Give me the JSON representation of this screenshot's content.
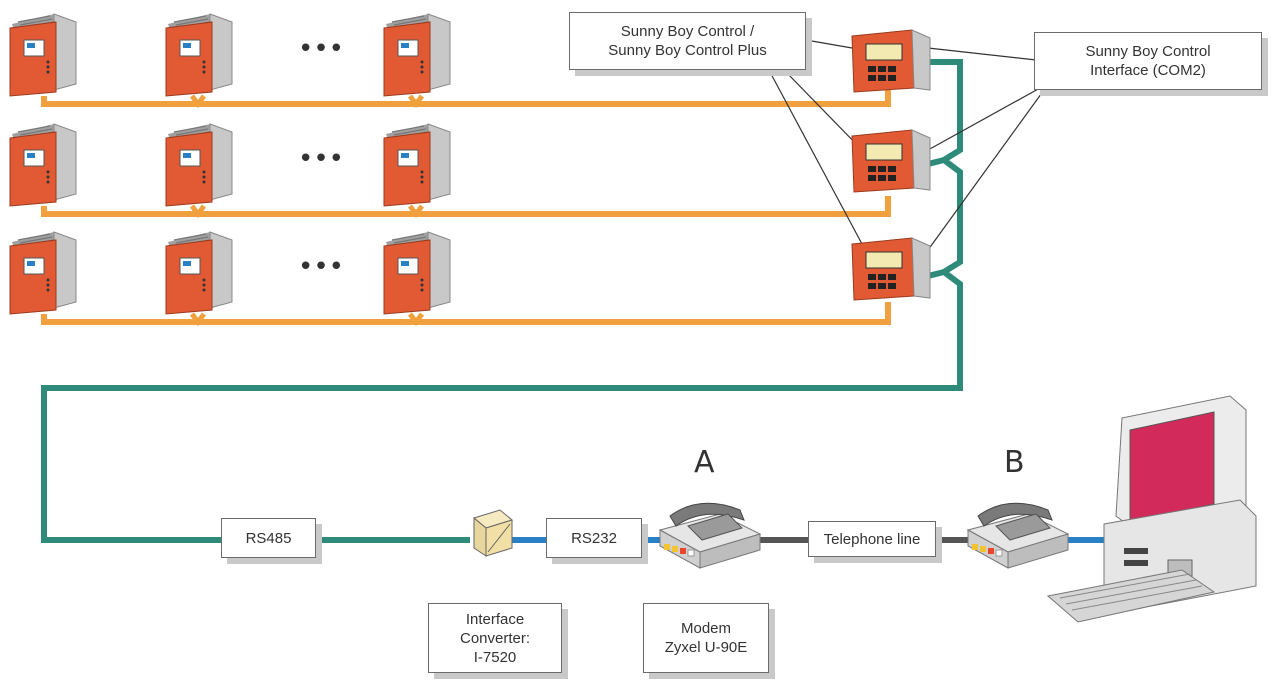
{
  "labels": {
    "sbc_title": [
      "Sunny Boy Control /",
      "Sunny Boy Control Plus"
    ],
    "sbc_interface": [
      "Sunny Boy Control",
      "Interface (COM2)"
    ],
    "rs485": "RS485",
    "rs232": "RS232",
    "telephone_line": "Telephone line",
    "converter": [
      "Interface",
      "Converter:",
      "I-7520"
    ],
    "modem": [
      "Modem",
      "Zyxel U-90E"
    ],
    "site_a": "A",
    "site_b": "B"
  },
  "ellipsis": "•••",
  "colors": {
    "inverter_front": "#e25a33",
    "inverter_side": "#c8c8c8",
    "orange_bus": "#f0a03c",
    "rs485_green": "#2e8b7a",
    "rs232_blue": "#2a80c4",
    "phone_line": "#555555",
    "monitor_screen": "#d22a5a"
  },
  "icons": [
    "inverter-icon",
    "sunny-boy-control-icon",
    "interface-converter-icon",
    "modem-icon",
    "computer-icon"
  ]
}
